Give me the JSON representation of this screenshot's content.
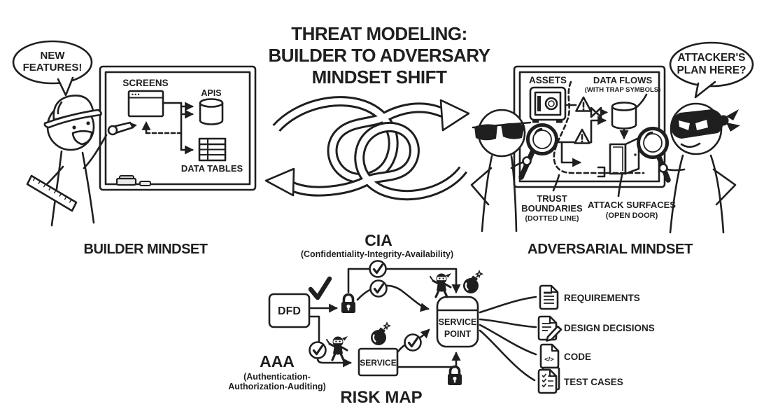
{
  "colors": {
    "ink": "#1f1f1f",
    "paper": "#ffffff",
    "eraser_gray": "#e9e9e9"
  },
  "title": {
    "line1": "THREAT MODELING:",
    "line2": "BUILDER TO ADVERSARY",
    "line3": "MINDSET SHIFT"
  },
  "builder": {
    "speech_line1": "NEW",
    "speech_line2": "FEATURES!",
    "board": {
      "screens": "SCREENS",
      "apis": "APIS",
      "data_tables": "DATA TABLES"
    },
    "caption": "BUILDER MINDSET"
  },
  "adversary": {
    "speech_line1": "ATTACKER'S",
    "speech_line2": "PLAN HERE?",
    "board": {
      "assets": "ASSETS",
      "data_flows": "DATA FLOWS",
      "data_flows_sub": "(WITH TRAP SYMBOLS)",
      "trust_line1": "TRUST",
      "trust_line2": "BOUNDARIES",
      "trust_line3": "(DOTTED LINE)",
      "attack_line1": "ATTACK SURFACES",
      "attack_line2": "(OPEN DOOR)"
    },
    "caption": "ADVERSARIAL MINDSET"
  },
  "risk_map": {
    "cia_title": "CIA",
    "cia_sub": "(Confidentiality-Integrity-Availability)",
    "aaa_title": "AAA",
    "aaa_sub1": "(Authentication-",
    "aaa_sub2": "Authorization-Auditing)",
    "dfd": "DFD",
    "service": "SERVICE",
    "service_point_line1": "SERVICE",
    "service_point_line2": "POINT",
    "caption": "RISK MAP",
    "code_icon_glyph": "</>",
    "outputs": {
      "requirements": "REQUIREMENTS",
      "design_decisions": "DESIGN DECISIONS",
      "code": "CODE",
      "test_cases": "TEST CASES"
    }
  }
}
